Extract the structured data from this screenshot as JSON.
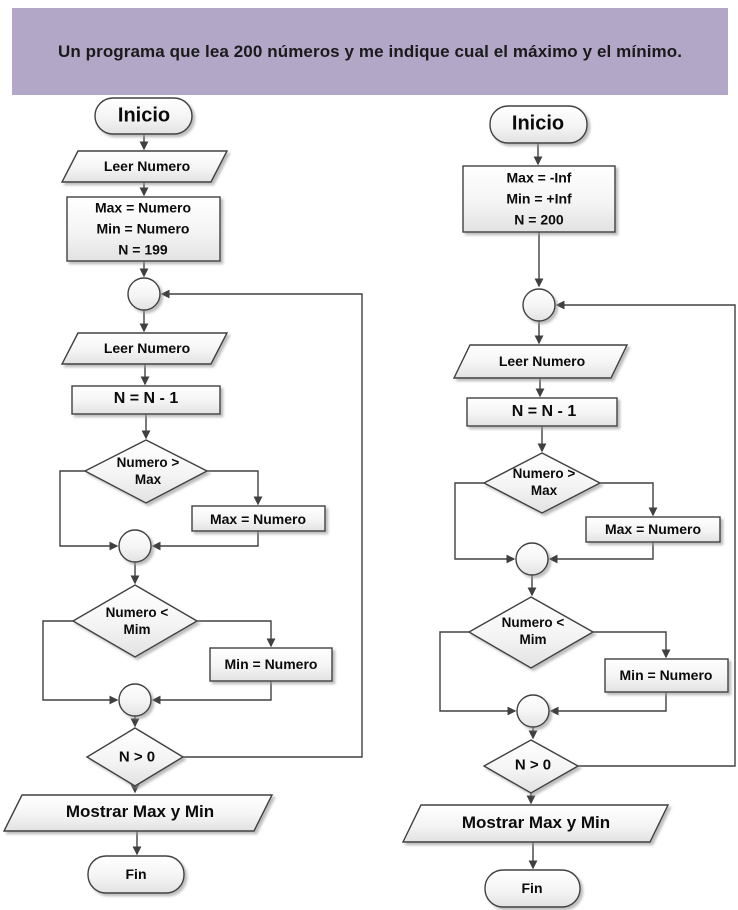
{
  "header": {
    "title": "Un programa que lea 200 números y me indique cual el máximo y el mínimo."
  },
  "palette": {
    "header_bg": "#b3a7c8",
    "header_text": "#1a1a1a",
    "shape_border": "#404040",
    "label_text": "#0b0b0b"
  },
  "left_chart": {
    "start_label": "Inicio",
    "read_first": "Leer Numero",
    "init_lines": [
      "Max = Numero",
      "Min = Numero",
      "N = 199"
    ],
    "read_loop": "Leer Numero",
    "decrement": "N = N - 1",
    "decision_max_lines": [
      "Numero >",
      "Max"
    ],
    "assign_max": "Max = Numero",
    "decision_min_lines": [
      "Numero <",
      "Mim"
    ],
    "assign_min": "Min = Numero",
    "decision_loop": "N > 0",
    "output": "Mostrar Max y Min",
    "end_label": "Fin"
  },
  "right_chart": {
    "start_label": "Inicio",
    "init_lines": [
      "Max = -Inf",
      "Min = +Inf",
      "N = 200"
    ],
    "read_loop": "Leer Numero",
    "decrement": "N = N - 1",
    "decision_max_lines": [
      "Numero >",
      "Max"
    ],
    "assign_max": "Max = Numero",
    "decision_min_lines": [
      "Numero <",
      "Mim"
    ],
    "assign_min": "Min = Numero",
    "decision_loop": "N > 0",
    "output": "Mostrar Max y Min",
    "end_label": "Fin"
  }
}
